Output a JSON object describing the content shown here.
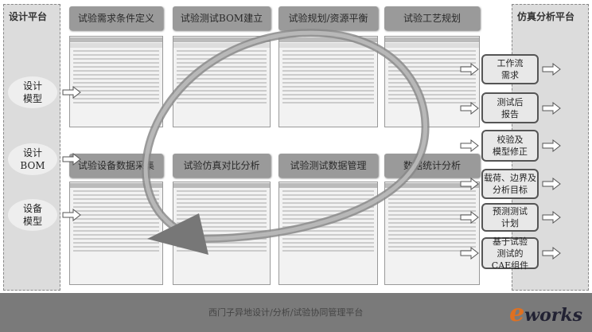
{
  "left_panel": {
    "title": "设计平台",
    "items": [
      "设计\n模型",
      "设计\nBOM",
      "设备\n模型"
    ]
  },
  "right_panel": {
    "title": "仿真分析平台"
  },
  "top_labels": [
    "试验需求条件定义",
    "试验测试BOM建立",
    "试验规划/资源平衡",
    "试验工艺规划"
  ],
  "bottom_labels": [
    "试验设备数据采集",
    "试验仿真对比分析",
    "试验测试数据管理",
    "数据统计分析"
  ],
  "outputs": [
    "工作流\n需求",
    "测试后\n报告",
    "校验及\n模型修正",
    "载荷、边界及\n分析目标",
    "预测测试\n计划",
    "基于试验\n测试的\nCAE组件"
  ],
  "footer": {
    "text": "西门子异地设计/分析/试验协同管理平台",
    "logo": "eworks"
  },
  "colors": {
    "panel": "#dcdcdc",
    "label": "#9a9a9a",
    "footer": "#7a7a7a",
    "logo_e": "#e07020"
  }
}
